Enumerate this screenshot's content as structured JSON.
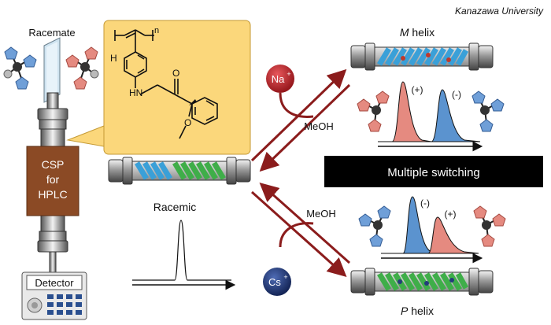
{
  "credit": "Kanazawa University",
  "labels": {
    "racemate": "Racemate",
    "csp_line1": "CSP",
    "csp_line2": "for",
    "csp_line3": "HPLC",
    "detector": "Detector",
    "racemic": "Racemic",
    "m_helix_italic": "M",
    "m_helix_rest": " helix",
    "p_helix_italic": "P",
    "p_helix_rest": " helix",
    "multiple_switching": "Multiple switching",
    "meoh_top": "MeOH",
    "meoh_bottom": "MeOH",
    "na_ion": "Na",
    "cs_ion": "Cs",
    "ion_charge": "+",
    "peak_plus_top": "(+)",
    "peak_minus_top": "(-)",
    "peak_minus_bottom": "(-)",
    "peak_plus_bottom": "(+)"
  },
  "structure": {
    "n": "n",
    "h": "H",
    "hn": "HN",
    "o_carbonyl": "O",
    "o_methoxy": "O"
  },
  "colors": {
    "csp_box": "#8b4a25",
    "callout_bg": "#fbd77b",
    "arrow_red": "#8b1c1c",
    "na_ion": "#b3242a",
    "cs_ion": "#233c7a",
    "helix_blue": "#3aa0d8",
    "helix_green": "#3fae49",
    "peak_red": "#e58a80",
    "peak_blue": "#5b93cf",
    "banner": "#000000"
  }
}
